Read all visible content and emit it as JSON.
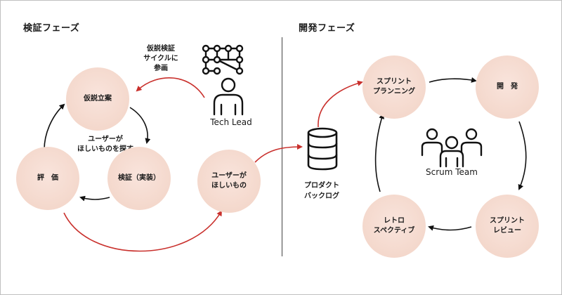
{
  "left_phase": {
    "title": "検証フェーズ",
    "note_top": [
      "仮説検証",
      "サイクルに",
      "参画"
    ],
    "note_center": [
      "ユーザーが",
      "ほしいものを探す"
    ],
    "nodes": {
      "hypothesis": [
        "仮説立案"
      ],
      "verify": [
        "検証（実装）"
      ],
      "evaluate": [
        "評　価"
      ],
      "user_wants": [
        "ユーザーが",
        "ほしいもの"
      ]
    },
    "role": "Tech Lead"
  },
  "backlog": {
    "label": [
      "プロダクト",
      "バックログ"
    ]
  },
  "right_phase": {
    "title": "開発フェーズ",
    "nodes": {
      "sprint_planning": [
        "スプリント",
        "プランニング"
      ],
      "development": [
        "開　発"
      ],
      "sprint_review": [
        "スプリント",
        "レビュー"
      ],
      "retrospective": [
        "レトロ",
        "スペクティブ"
      ]
    },
    "role": "Scrum Team"
  },
  "colors": {
    "red_arrow": "#c9302c",
    "black_arrow": "#111111",
    "node_fill": "#f4d8cc"
  },
  "icons": {
    "tech_lead": "tech-lead-icon",
    "backlog": "database-icon",
    "scrum_team": "team-icon"
  }
}
